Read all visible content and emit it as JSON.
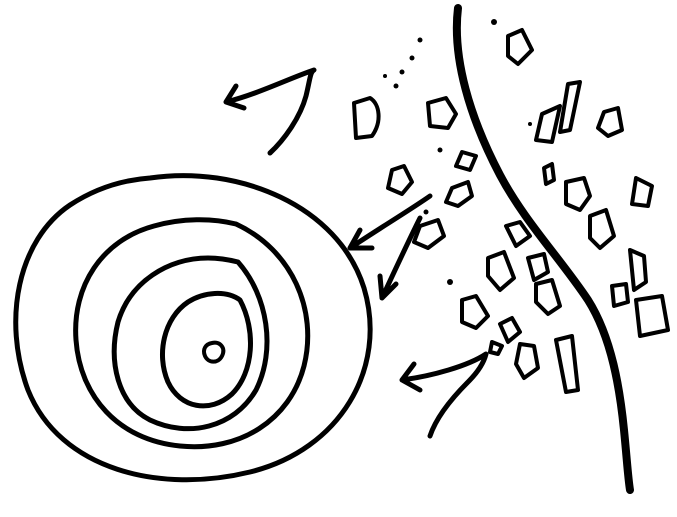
{
  "drawing": {
    "ink_color": "#000000",
    "background_color": "#ffffff",
    "elements": [
      "concentric-rings",
      "curved-line",
      "rock-fragments",
      "arrows"
    ]
  }
}
